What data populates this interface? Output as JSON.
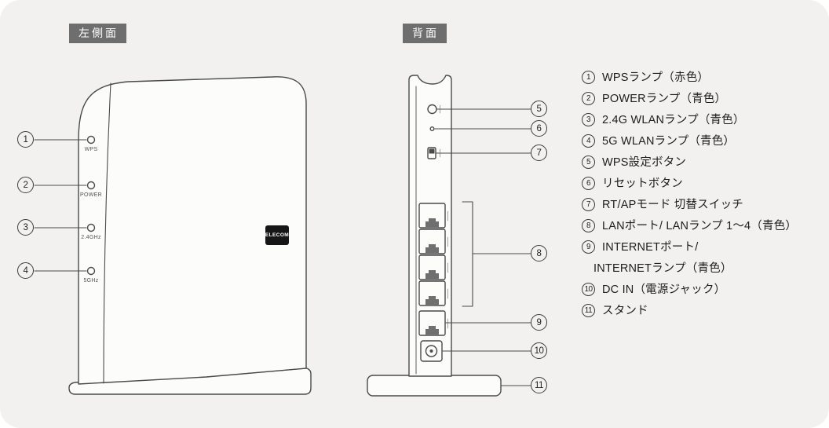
{
  "panel_labels": {
    "left_side": "左側面",
    "back": "背面"
  },
  "left_device": {
    "brand": "ELECOM",
    "leds": [
      {
        "num": "1",
        "label": "WPS"
      },
      {
        "num": "2",
        "label": "POWER"
      },
      {
        "num": "3",
        "label": "2.4GHz"
      },
      {
        "num": "4",
        "label": "5GHz"
      }
    ]
  },
  "back_device": {
    "callouts": [
      {
        "num": "5"
      },
      {
        "num": "6"
      },
      {
        "num": "7"
      },
      {
        "num": "8"
      },
      {
        "num": "9"
      },
      {
        "num": "10"
      },
      {
        "num": "11"
      }
    ]
  },
  "legend": {
    "items": [
      {
        "num": "1",
        "text": "WPSランプ（赤色）"
      },
      {
        "num": "2",
        "text": "POWERランプ（青色）"
      },
      {
        "num": "3",
        "text": "2.4G WLANランプ（青色）"
      },
      {
        "num": "4",
        "text": "5G WLANランプ（青色）"
      },
      {
        "num": "5",
        "text": "WPS設定ボタン"
      },
      {
        "num": "6",
        "text": "リセットボタン"
      },
      {
        "num": "7",
        "text": "RT/APモード 切替スイッチ"
      },
      {
        "num": "8",
        "text": "LANポート/ LANランプ 1〜4（青色）"
      },
      {
        "num": "9",
        "text": "INTERNETポート/",
        "text2": "INTERNETランプ（青色）"
      },
      {
        "num": "10",
        "text": "DC IN（電源ジャック）"
      },
      {
        "num": "11",
        "text": "スタンド"
      }
    ]
  },
  "colors": {
    "background": "#f2f1ef",
    "label_box": "#6e6e6e",
    "line": "#4a4a4a",
    "text": "#1d1d1d"
  }
}
